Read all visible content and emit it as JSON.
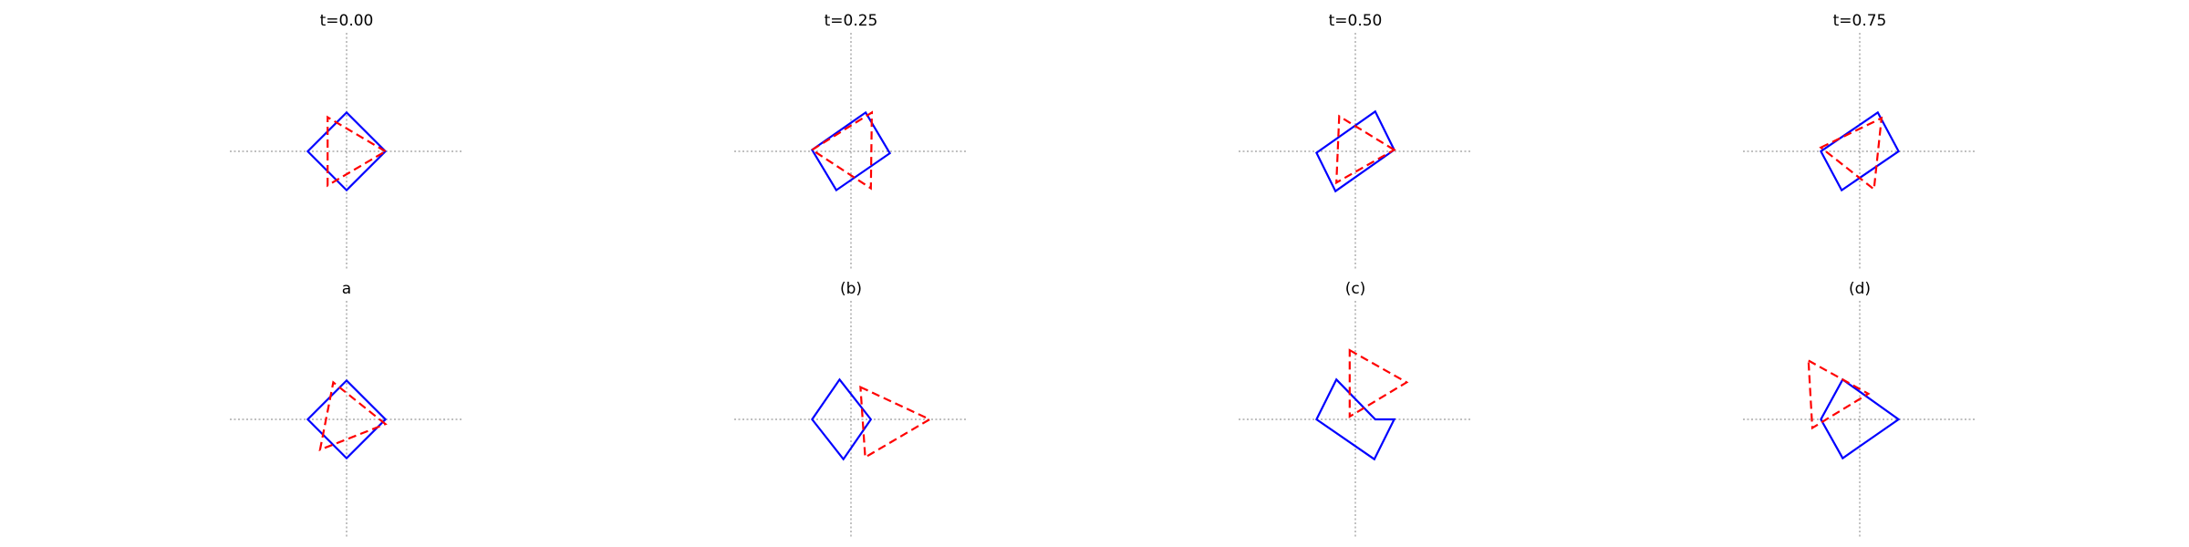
{
  "colors": {
    "square": "#0000ff",
    "triangle": "#ff0000",
    "axis": "#9a9a9a",
    "background": "#ffffff",
    "title": "#000000"
  },
  "panels": [
    {
      "title": "t=0.00",
      "square": [
        [
          0,
          0.82
        ],
        [
          0.82,
          0
        ],
        [
          0,
          -0.82
        ],
        [
          -0.82,
          0
        ]
      ],
      "triangle": [
        [
          0.82,
          0
        ],
        [
          -0.4,
          0.72
        ],
        [
          -0.4,
          -0.72
        ]
      ]
    },
    {
      "title": "t=0.25",
      "square": [
        [
          0.31,
          0.82
        ],
        [
          0.82,
          -0.04
        ],
        [
          -0.31,
          -0.82
        ],
        [
          -0.82,
          0.03
        ]
      ],
      "triangle": [
        [
          -0.82,
          0.03
        ],
        [
          0.44,
          0.82
        ],
        [
          0.42,
          -0.78
        ]
      ]
    },
    {
      "title": "t=0.50",
      "square": [
        [
          0.42,
          0.84
        ],
        [
          0.82,
          0.03
        ],
        [
          -0.42,
          -0.84
        ],
        [
          -0.82,
          -0.03
        ]
      ],
      "triangle": [
        [
          0.82,
          0.03
        ],
        [
          -0.34,
          0.74
        ],
        [
          -0.4,
          -0.66
        ]
      ]
    },
    {
      "title": "t=0.75",
      "square": [
        [
          0.38,
          0.82
        ],
        [
          0.82,
          0.0
        ],
        [
          -0.38,
          -0.82
        ],
        [
          -0.82,
          0.0
        ]
      ],
      "triangle": [
        [
          -0.82,
          0.08
        ],
        [
          0.46,
          0.7
        ],
        [
          0.3,
          -0.8
        ]
      ]
    },
    {
      "title": "a",
      "square": [
        [
          0,
          0.82
        ],
        [
          0.82,
          0
        ],
        [
          0,
          -0.82
        ],
        [
          -0.82,
          0
        ]
      ],
      "triangle": [
        [
          0.82,
          -0.1
        ],
        [
          -0.28,
          0.78
        ],
        [
          -0.56,
          -0.64
        ]
      ]
    },
    {
      "title": "(b)",
      "square": [
        [
          -0.24,
          0.84
        ],
        [
          0.42,
          0.0
        ],
        [
          -0.16,
          -0.84
        ],
        [
          -0.82,
          0.0
        ]
      ],
      "triangle": [
        [
          0.2,
          0.68
        ],
        [
          1.66,
          0.0
        ],
        [
          0.3,
          -0.8
        ]
      ]
    },
    {
      "title": "(c)",
      "square": [
        [
          0.42,
          0.0
        ],
        [
          0.82,
          0.0
        ],
        [
          0.4,
          -0.84
        ],
        [
          -0.82,
          0.0
        ],
        [
          -0.4,
          0.84
        ],
        [
          0.42,
          0.0
        ]
      ],
      "triangle": [
        [
          -0.12,
          1.46
        ],
        [
          1.08,
          0.78
        ],
        [
          -0.12,
          0.06
        ]
      ]
    },
    {
      "title": "(d)",
      "square": [
        [
          -0.36,
          0.84
        ],
        [
          0.82,
          0.0
        ],
        [
          -0.36,
          -0.82
        ],
        [
          -0.82,
          0.0
        ]
      ],
      "triangle": [
        [
          -1.08,
          1.24
        ],
        [
          0.18,
          0.54
        ],
        [
          -1.0,
          -0.18
        ]
      ]
    }
  ]
}
